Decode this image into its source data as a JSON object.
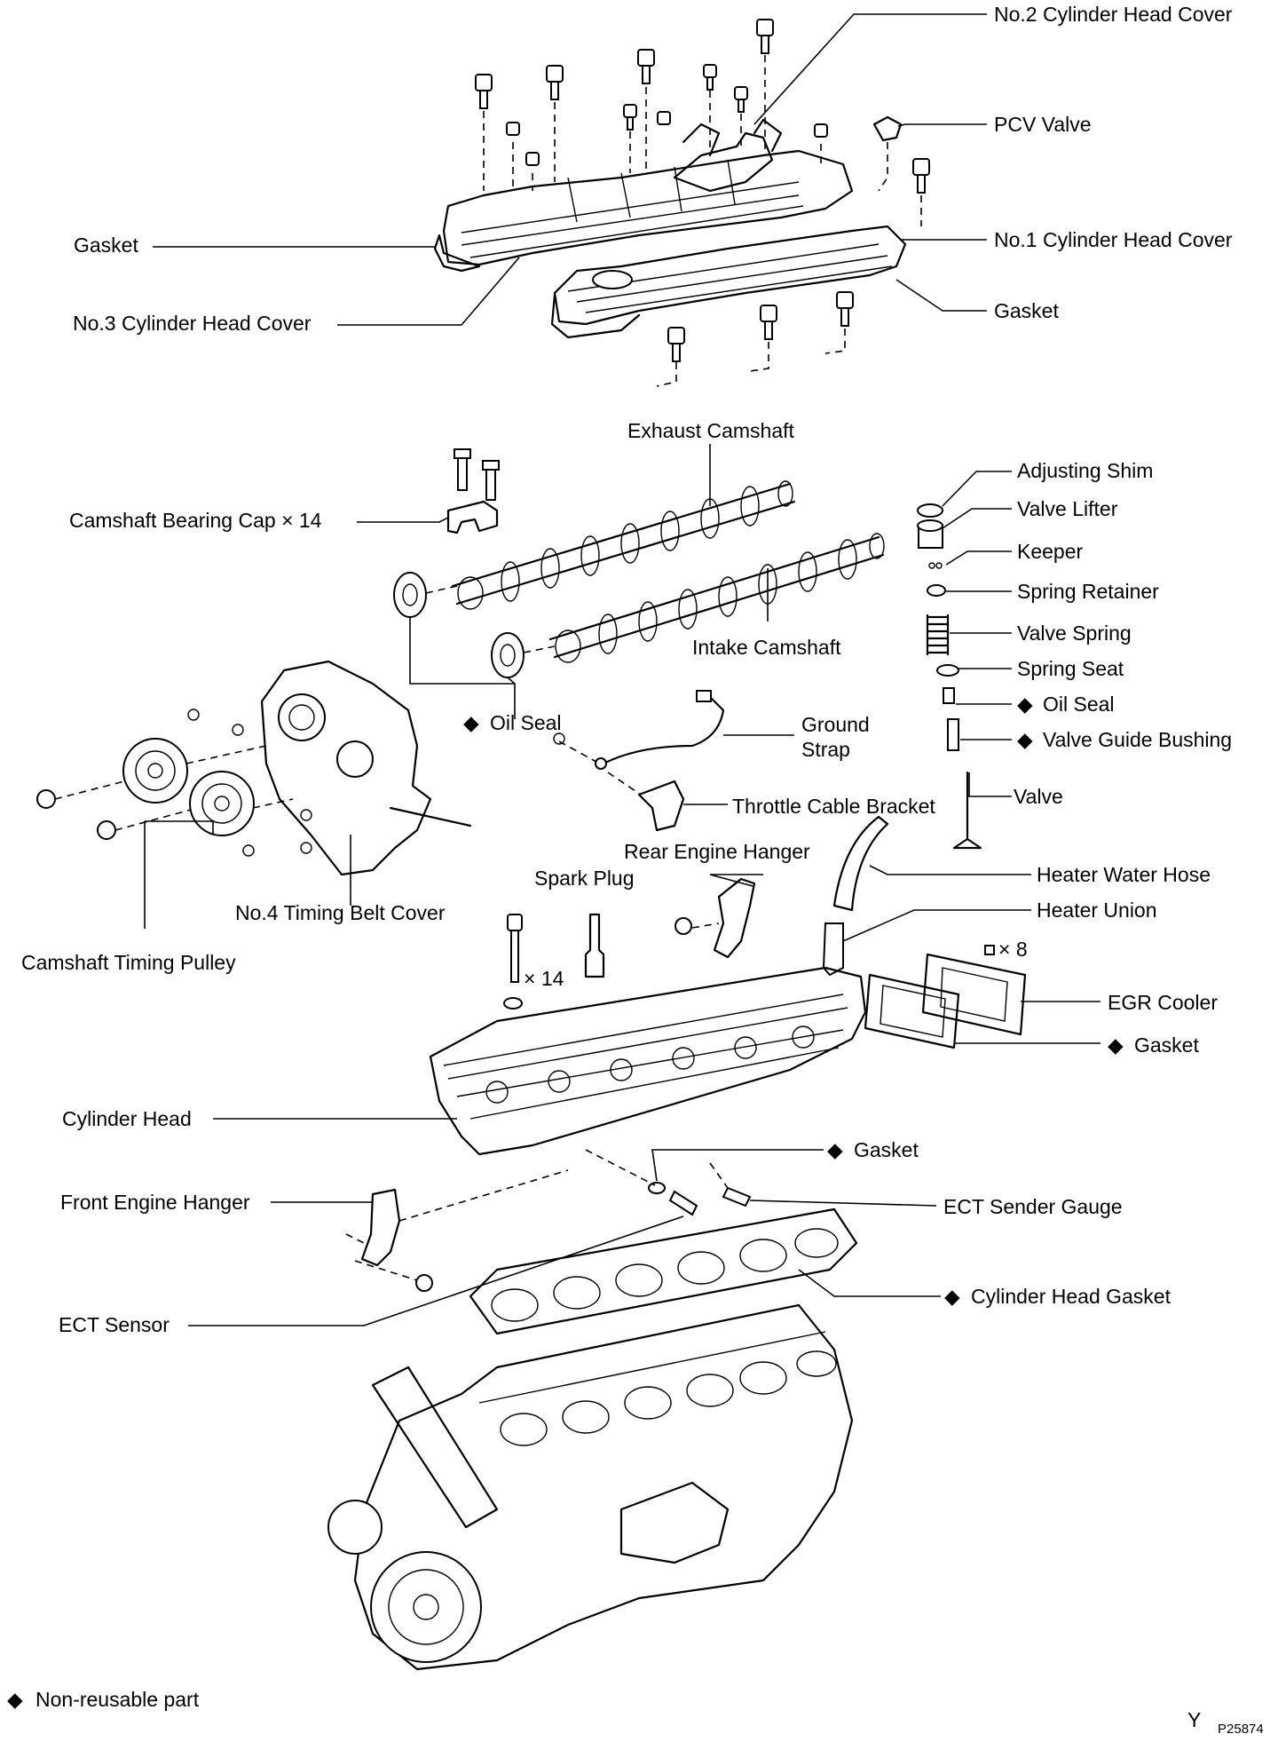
{
  "labels": {
    "no2_cyl_head_cover": "No.2 Cylinder Head Cover",
    "pcv_valve": "PCV Valve",
    "gasket_left": "Gasket",
    "no1_cyl_head_cover": "No.1 Cylinder Head Cover",
    "gasket_right": "Gasket",
    "no3_cyl_head_cover": "No.3 Cylinder Head Cover",
    "exhaust_camshaft": "Exhaust Camshaft",
    "camshaft_bearing_cap": "Camshaft Bearing Cap × 14",
    "adjusting_shim": "Adjusting Shim",
    "valve_lifter": "Valve Lifter",
    "keeper": "Keeper",
    "spring_retainer": "Spring Retainer",
    "valve_spring": "Valve Spring",
    "spring_seat": "Spring Seat",
    "oil_seal_valve": "Oil Seal",
    "valve_guide_bushing": "Valve Guide Bushing",
    "valve": "Valve",
    "intake_camshaft": "Intake Camshaft",
    "oil_seal_cam": "Oil Seal",
    "ground_strap_1": "Ground",
    "ground_strap_2": "Strap",
    "throttle_cable_bracket": "Throttle Cable Bracket",
    "rear_engine_hanger": "Rear Engine Hanger",
    "spark_plug": "Spark Plug",
    "heater_water_hose": "Heater Water Hose",
    "heater_union": "Heater Union",
    "no4_timing_belt_cover": "No.4 Timing Belt Cover",
    "camshaft_timing_pulley": "Camshaft Timing Pulley",
    "bolt_count_14": "× 14",
    "bolt_count_8": "× 8",
    "egr_cooler": "EGR Cooler",
    "gasket_egr": "Gasket",
    "cylinder_head": "Cylinder Head",
    "gasket_ect": "Gasket",
    "front_engine_hanger": "Front Engine Hanger",
    "ect_sender_gauge": "ECT Sender Gauge",
    "cylinder_head_gasket": "Cylinder Head Gasket",
    "ect_sensor": "ECT Sensor"
  },
  "legend": {
    "symbol": "◆",
    "text": "Non-reusable part"
  },
  "figure_ref": {
    "letter": "Y",
    "code": "P25874"
  },
  "non_reusable_marker": "◆",
  "colors": {
    "ink": "#000000",
    "paper": "#ffffff"
  }
}
